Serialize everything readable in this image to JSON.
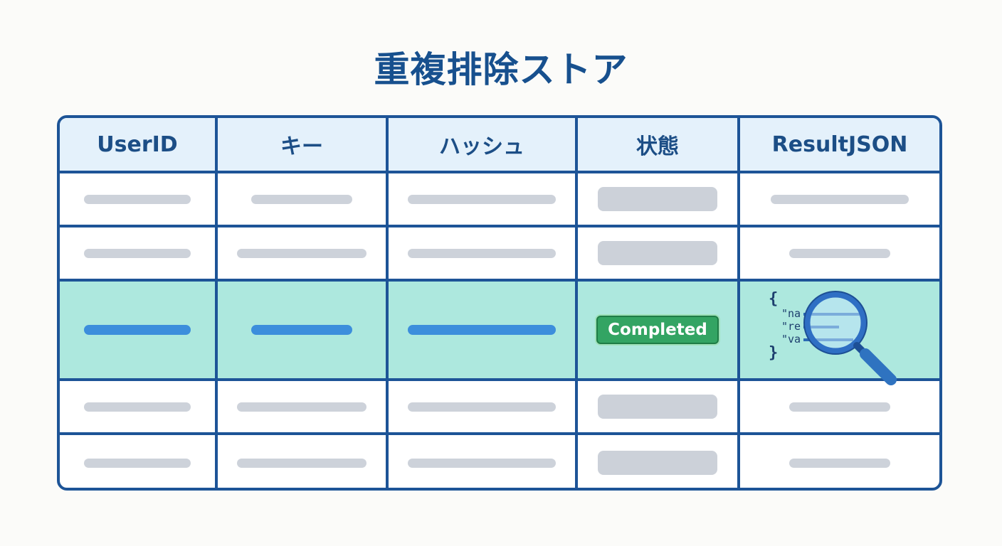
{
  "title": "重複排除ストア",
  "table": {
    "columns": [
      "UserID",
      "キー",
      "ハッシュ",
      "状態",
      "ResultJSON"
    ],
    "highlight_status": "Completed",
    "json_snippet": {
      "open": "{",
      "lines": [
        "\"na",
        "\"re",
        "\"va"
      ],
      "close": "}"
    }
  },
  "icons": [
    "magnifier-icon"
  ],
  "colors": {
    "border": "#1d5497",
    "header_bg": "#e4f1fb",
    "highlight_bg": "#ade8de",
    "placeholder": "#cdd2da",
    "accent_blue": "#3c8edc",
    "status_green": "#33a463"
  }
}
